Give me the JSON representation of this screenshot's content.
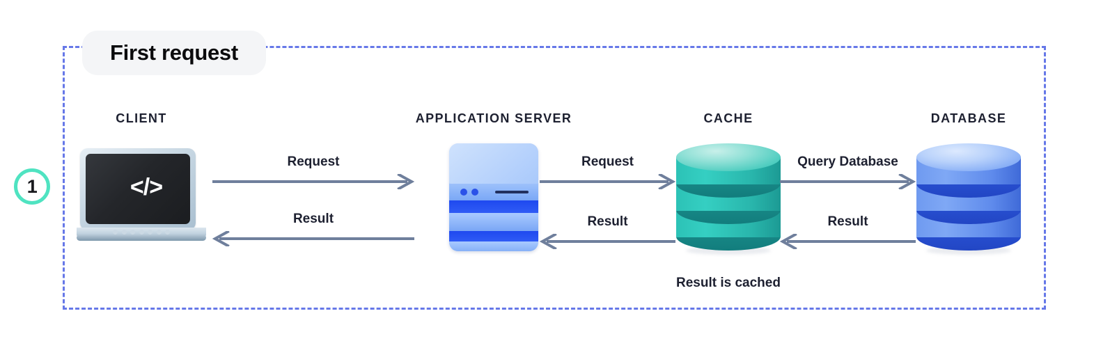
{
  "section": {
    "title": "First request",
    "step_number": "1",
    "frame_border_color": "#6678e8",
    "title_chip_bg": "#f4f5f7",
    "step_ring_color": "#4fe3c1"
  },
  "nodes": [
    {
      "key": "client",
      "label": "CLIENT",
      "icon": "laptop-code-icon"
    },
    {
      "key": "server",
      "label": "APPLICATION SERVER",
      "icon": "server-rack-icon"
    },
    {
      "key": "cache",
      "label": "CACHE",
      "icon": "cache-cylinder-icon"
    },
    {
      "key": "database",
      "label": "DATABASE",
      "icon": "database-cylinder-icon"
    }
  ],
  "arrows": [
    {
      "key": "client-to-server",
      "label": "Request",
      "direction": "right"
    },
    {
      "key": "server-to-client",
      "label": "Result",
      "direction": "left"
    },
    {
      "key": "server-to-cache",
      "label": "Request",
      "direction": "right"
    },
    {
      "key": "cache-to-server",
      "label": "Result",
      "direction": "left"
    },
    {
      "key": "cache-to-database",
      "label": "Query Database",
      "direction": "right"
    },
    {
      "key": "database-to-cache",
      "label": "Result",
      "direction": "left"
    }
  ],
  "annotations": {
    "cache_note": "Result is cached"
  },
  "icons": {
    "client_screen_glyph": "</>"
  },
  "colors": {
    "arrow": "#6f7f9c",
    "text": "#1d2030",
    "cache_accent": "#2cc2b6",
    "database_accent": "#6f9af0",
    "server_accent": "#2f5bf5"
  }
}
